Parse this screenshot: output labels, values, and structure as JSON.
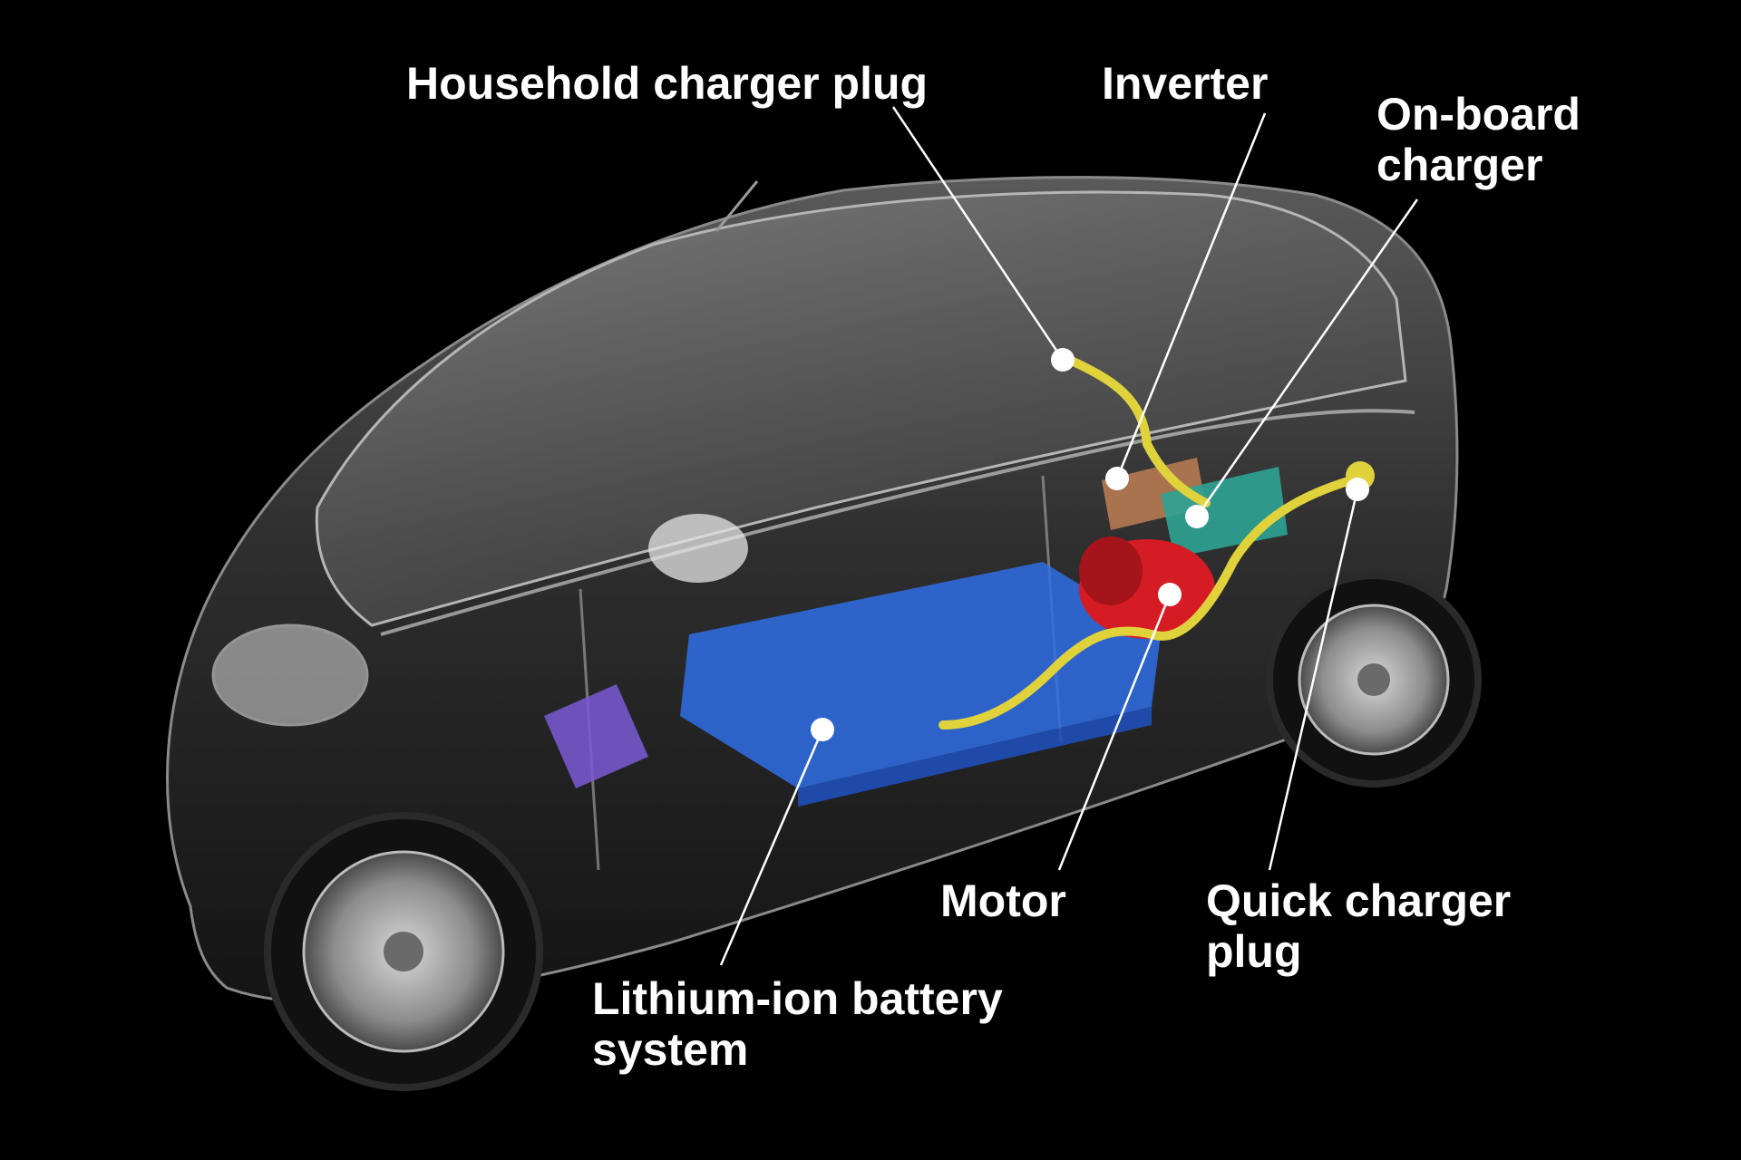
{
  "callouts": {
    "household_plug": {
      "lines": [
        "Household charger plug"
      ]
    },
    "inverter": {
      "lines": [
        "Inverter"
      ]
    },
    "onboard_charger": {
      "lines": [
        "On-board",
        "charger"
      ]
    },
    "motor": {
      "lines": [
        "Motor"
      ]
    },
    "quick_plug": {
      "lines": [
        "Quick charger",
        "plug"
      ]
    },
    "battery": {
      "lines": [
        "Lithium-ion battery",
        "system"
      ]
    }
  },
  "colors": {
    "background": "#000000",
    "label_text": "#ffffff",
    "leader_line": "#ffffff",
    "battery": "#2f6fe6",
    "inverter": "#b77a52",
    "onboard_charger": "#2ea395",
    "motor": "#d51c24",
    "cable": "#e0d23a",
    "side_module": "#7a5bd6",
    "car_body": "#2b2b2b"
  }
}
